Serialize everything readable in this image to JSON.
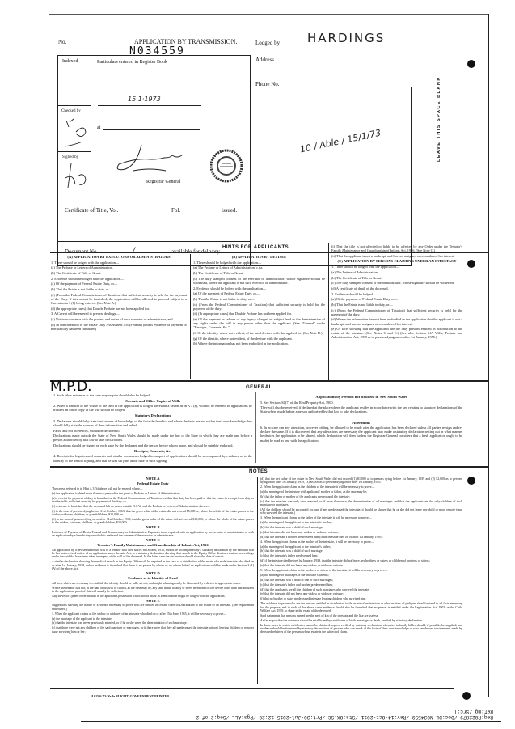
{
  "header": {
    "no_label": "No.",
    "document_number": "N034559",
    "title": "APPLICATION BY TRANSMISSION.",
    "lodged_by_label": "Lodged by",
    "lodged_by_value": "HARDINGS",
    "address_label": "Address",
    "phone_label": "Phone No."
  },
  "form": {
    "indexed_label": "Indexed",
    "particulars_label": "Particulars entered in Register Book",
    "entry_date": "15·1·1973",
    "at_label": "at",
    "checked_by_label": "Checked by",
    "signed_by_label": "Signed by",
    "registrar_label": "Registrar General",
    "certificate_label": "Certificate of Title, Vol.",
    "fol_label": "Fol.",
    "issued_label": "issued.",
    "document_no_label": "Document No.",
    "document_no_value": "/",
    "available_label": "available for delivery.",
    "margin_note": "10 / Able / 15/1/73",
    "leave_blank": "LEAVE THIS SPACE BLANK"
  },
  "hints": {
    "title": "HINTS FOR APPLICANTS",
    "col_a_title": "(A) APPLICATION BY EXECUTORS OR ADMINISTRATORS",
    "col_a": [
      "1. There should be lodged with the application—",
      "(a) The Probate or Letters of Administration.",
      "(b) The Certificate of Title or Grant.",
      "2. Evidence should be lodged with the application—",
      "(a) Of the payment of Federal Estate Duty, or—",
      "(b) That the Estate is not liable to duty, or—",
      "(c) (From the Federal Commissioner of Taxation) that sufficient security is held for the payment of the Duty. If this cannot be furnished, the application will be allowed to proceed subject to a Caveat as in 3 (b) being entered. (See Note A.)",
      "(d) (In appropriate cases) that Double Probate has not been applied for.",
      "3. A Caveat will be entered to prevent dealings—",
      "(a) Not in accordance with the powers and duties of such executor or administrator, and",
      "(b) In contravention of the Estate Duty Assessment Act (Federal) (unless evidence of payment or non-liability has been furnished)"
    ],
    "col_b_title": "(B) APPLICATION BY DEVISEE",
    "col_b": [
      "1. There should be lodged with the application—",
      "(a) The Probate or Letters of Administration, c.t.a.",
      "(b) The Certificate of Title or Grant.",
      "(c) The duly stamped consent of the executor or administrator, whose signature should be witnessed, where the applicant is not such executor or administrator.",
      "2. Evidence should be lodged with the application—",
      "(a) Of the payment of Federal Estate Duty, or—",
      "(b) That the Estate is not liable to duty, or—",
      "(c) (From the Federal Commissioner of Taxation) that sufficient security is held for the payment of the duty.",
      "(d) (In appropriate cases) that Double Probate has not been applied for.",
      "(e) Of the payment or release of any legacy charged on subject land or the determination of any rights under the will in any person other than the applicant. (See \"General\" under \"Receipts, Consents, &c.\")",
      "(f) Of the identity, where not evident, of the land devised with that applied for. (See Note D.)",
      "(g) Of the identity, where not evident, of the devisee with the applicant.",
      "(h) Where the information has not been embodied in the application."
    ],
    "col_c_top": [
      "(i) That the title is not affected or liable to be affected by any Order under the Testator's Family Maintenance and Guardianship of Infants Act, 1916. (See Note C.)",
      "(ii) That the applicant is not a bankrupt, and has not assigned or encumbered his interest."
    ],
    "col_c_title": "(C) APPLICATION BY PERSONS CLAIMING UNDER AN INTESTACY",
    "col_c": [
      "1. There should be lodged with the application—",
      "(a) The Letters of Administration.",
      "(b) The Certificate of Title or Grant.",
      "(c) The duly stamped consent of the administrator, whose signature should be witnessed.",
      "(d) A certificate of death of the deceased.",
      "2. Evidence should be lodged—",
      "(a) Of the payment of Federal Estate Duty, or—",
      "(b) That the Estate is not liable to duty, or—",
      "(c) (From the Federal Commissioner of Taxation) that sufficient security is held for the payment of the duty.",
      "(d) Where the information has not been embodied in the application that the applicant is not a bankrupt, and has not assigned or encumbered his interest.",
      "(e) Of facts showing that the applicants are the only persons entitled in distribution to the estate of the intestate. (See Notes C and E.) (See also Section 61A Wills, Probate and Administration Act, 1898 as to persons dying on or after 1st January, 1955.)"
    ]
  },
  "stamp": "M.P.D.",
  "general": {
    "title": "GENERAL",
    "left": [
      "1. Such other evidence as the case may require should also be lodged.",
      "Caveats and Office Copies of Wills",
      "2. When a transfer of the whole of the land in the application is lodged therewith a caveat as in A 3 (a), will not be entered. In applications by trustees an office copy of the will should be lodged.",
      "Statutory Declarations",
      "3. Declarants should fully state their means of knowledge of the facts declared to, and where the facts are not within their own knowledge they should fully state the sources of their information and belief.",
      "Facts, and not inferences, should be declared to.",
      "Declarations made outside the State of New South Wales should be made under the law of the State in which they are made and before a person authorised by that law to take declarations.",
      "Declarations should be signed on each page by the declarant and the person before whom made, and should be suitably endorsed.",
      "Receipts, Consents, &c.",
      "4. Receipts for legacies and consents and similar documents lodged in support of applications should be accompanied by evidence as to the identity of the person signing, and that he was sui juris at the date of such signing."
    ],
    "right": [
      "Applications by Persons not Resident in New South Wales",
      "5. See Section 94 (7) of the Real Property Act, 1900.",
      "They will also be received, if declared at the place where the applicant resides in accordance with the law relating to statutory declarations of the State where made before a person authorised by that law to take declarations.",
      "Alterations",
      "6. In no case can any alteration, however trifling, be allowed to be made after the application has been declared unless all parties re-sign and re-declare the same. If it is discovered that any alterations are necessary the applicant may make a statutory declaration setting out in what manner he desires the application to be altered, which declaration will then (unless the Registrar General considers that a fresh application ought to be made) be read as one with the application."
    ]
  },
  "notes": {
    "title": "NOTES",
    "left": [
      "NOTE A",
      "Federal Estate Duty",
      "The caveat referred to in Hint A 3 (b) above will not be entered where—",
      "(a) the application is dated more than two years after the grant of Probate or Letters of Administration;",
      "(b) a receipt for payment of duty is furnished or the Federal Commissioner of Taxation certifies that duty has been paid or that the estate is exempt from duty or that he holds sufficient security for payment of the duty; or",
      "(c) evidence is furnished that the deceased left no assets outside N.S.W. and the Probate or Letters of Administration shows—",
      "(i) in the case of persons dying before 31st October, 1963, that the gross value of the estate did not exceed $5,000 or, where the whole of the estate passes to the widow, widower, children, or grandchildren, $10,000, or",
      "(ii) in the case of persons dying on or after 31st October, 1963, that the gross value of the estate did not exceed $10,000, or where the whole of the estate passes to the widow, widower, children, or grandchildren, $20,000.",
      "NOTE B",
      "Evidence of Payment of Debts, Funeral and Testamentary or Administrative Expenses is not required with an application by an executor or administrator or with an application by a beneficiary on which is endorsed the consent of the executor or administrator.",
      "NOTE C",
      "Testator's Family Maintenance and Guardianship of Infants Act, 1916",
      "An application by a devisee under the will of a testator who died since 7th October, 1915, should be accompanied by a statutory declaration by the executor that he has not received notice of an application under the said Act, or a statutory declaration showing that search in the Equity Office discloses that no proceedings under the said Act have been taken in respect of the will of the deceased. In the latter case the declaration should show the date of search.",
      "A similar declaration showing the result of search in the Equity Office will be required in the case of a distribution of the estate of a male intestate who died on or after 1st January, 1939, unless evidence is furnished that there is no person by whom or on whose behalf an application could be made under Section 3 (1) (A) of the above Act.",
      "NOTE D",
      "Evidence as to Identity of Land",
      "All facts which are necessary to establish the identity should be fully set out, and might advantageously be illustrated by a sketch in appropriate cases.",
      "Where the testator had not, at the date of his will or codicil, as the case may be, any land in the locality or street mentioned in the devise other than that included in the application, proof of this will usually be sufficient.",
      "Any surveyor's plans or certificates in the applicants possession which would assist in identification might be lodged with the application.",
      "NOTE E",
      "Suggestions showing the nature of Evidence necessary to prove who are entitled in certain cases to Distribution to the Estate of an Intestate. [See requirement underlined.]",
      "1. When the applicant claims as the widow or widower of an intestate who died on or after 25th June, 1955, it will be necessary to prove—",
      "(a) the marriage of the applicant to the intestate;",
      "(b) that the intestate was never previously married, or if he or she were, the determination of such marriage.",
      "(c) that there were not any children of the said marriage or marriages, or if there were that they all predeceased the intestate without leaving children or remoter issue surviving him or her;"
    ],
    "right": [
      "(d) that the net value of the estate in New South Wales did not exceed (1) $1,000 as to persons dying before 1st January, 1939 and (2) $2,000 as to persons dying on or after 1st January, 1939, (3) $8,000 as to persons dying on or after 1st January, 1955.",
      "2. When the applicants claim as the children of the intestate it will be necessary to prove—",
      "(a) the marriage of the intestate with applicants' mother or father, as the case may be;",
      "(b) that the father or mother of the applicants predeceased the intestate;",
      "(c) that the intestate was only once married, or if more than once, the determination of all marriages and that the applicants are the only children of such marriage or marriages.",
      "(All the children should be accounted for, and if any predeceased the intestate, it should be shown that he or she did not leave any child or more remote issue who survived the intestate.)",
      "3. When the applicant claims as the father of the intestate it will be necessary to prove—",
      "(a) the marriage of the applicant to the intestate's mother;",
      "(b) that the intestate was a child of such marriage;",
      "(c) that intestate did not leave any widow or widower or issue;",
      "(d) that the intestate's mother predeceased him (if the intestate died on or after 1st January, 1939).",
      "4. When the applicant claims as the mother of the intestate, it will be necessary to prove—",
      "(a) the marriage of the applicant to the intestate's father;",
      "(b) that the intestate was a child of such marriage;",
      "(c) that the intestate's father predeceased him;",
      "(d) if the intestate died before 1st January, 1939, that the intestate did not leave any brothers or sisters or children of brothers or sisters;",
      "(e) that the intestate did not leave any widow or widower or issue.",
      "5. When the applicants claim as the brothers or sisters of the intestate, it will be necessary to prove—",
      "(a) the marriage or marriages of the intestate's parents;",
      "(b) that the intestate was a child of one of such marriages;",
      "(c) that the intestate's father and mother predeceased him;",
      "(d) that the applicants are all the children of such marriages who survived the intestate;",
      "(e) that the intestate did not leave any widow or widower or issue;",
      "(f) that no brother or sister predeceased intestate leaving children who survived him.",
      "The evidence to prove who are the persons entitled in distribution to the estate of an intestate or other matters of pedigree should extend to all facts necessary for the purpose, and in each of the above cases evidence should also be furnished that no person is entitled under the Legitimation Act, 1902, or the Child Welfare Act, 1939, to share in the estate of the deceased.",
      "Said statements that persons named are the next of kin of the intestate and the like are useless.",
      "As far as possible the evidence should be established by certificates of birth, marriage, or death, verified by statutory declaration.",
      "In those cases in which certificates cannot be obtained, copies, verified by statutory declaration, of entries in family bibles should, if possible, be supplied, and evidence should be furnished by statutory declarations of persons who can speak of the facts of their own knowledge or who can depose to statements made by deceased relatives of the persons whose estate is the subject of claim."
    ]
  },
  "printer_line": "H 615 6/ 73/ Ye 8e BLIGHT, GOVERNMENT PRINTER",
  "footer": {
    "line1": "Req:R022879 /Doc:DL N034559 /Rev:14-Oct-2011 /Sts:OK.SC /Prt:30-Jul-2015 12:20 /Pgs:ALL /Seq:2 of 2",
    "line2": "Ref:mg /Src:T"
  }
}
